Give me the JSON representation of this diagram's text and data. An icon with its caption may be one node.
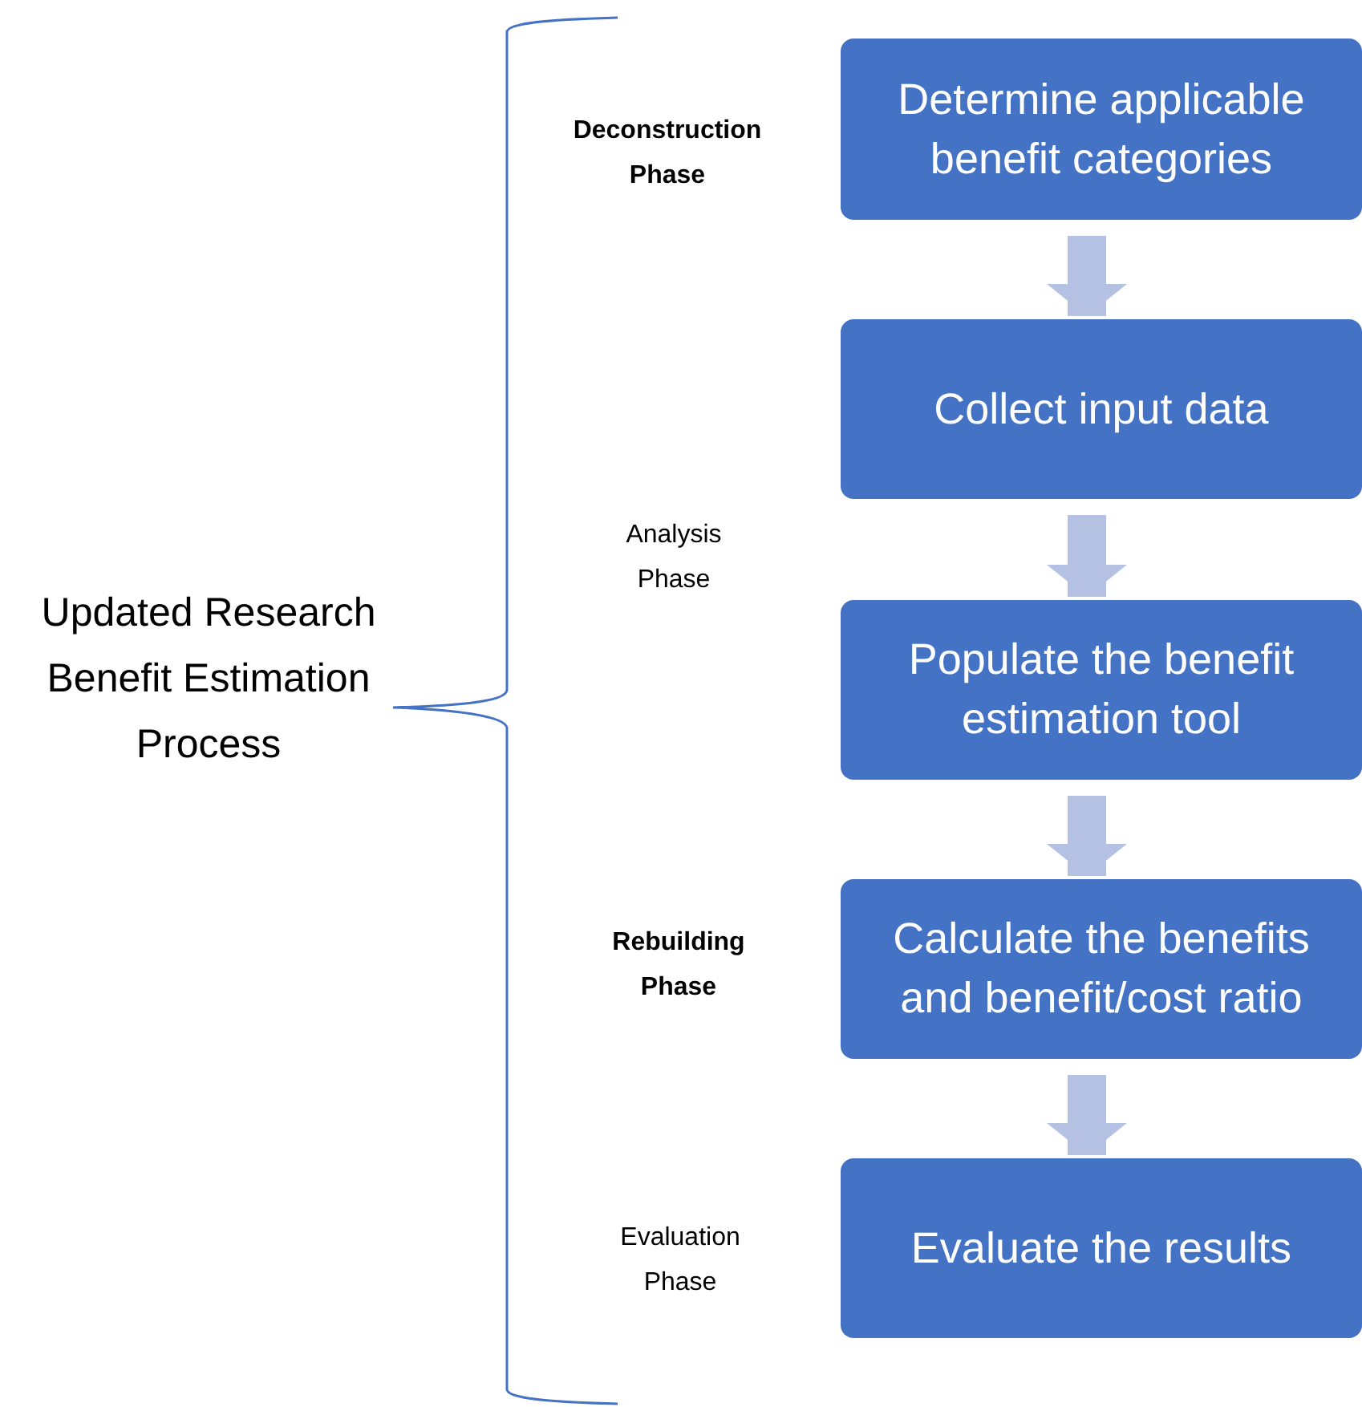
{
  "diagram": {
    "nodes": [
      {
        "text": [
          "Determine applicable benefit categories"
        ]
      },
      {
        "text": [
          "Collect input data"
        ]
      },
      {
        "text": [
          "Populate the benefit estimation tool"
        ]
      },
      {
        "text": [
          "Calculate the benefits and benefit/cost ratio"
        ]
      },
      {
        "text": [
          "Evaluate the results"
        ]
      }
    ],
    "edges": [
      {
        "from": 0,
        "to": 1,
        "arrow": "to"
      },
      {
        "from": 1,
        "to": 2,
        "arrow": "to"
      },
      {
        "from": 2,
        "to": 3,
        "arrow": "to"
      },
      {
        "from": 3,
        "to": 4,
        "arrow": "to"
      }
    ],
    "labels": [
      "Updated Research Benefit Estimation Process",
      "Deconstruction Phase",
      "Analysis Phase",
      "Rebuilding Phase",
      "Evaluation Phase"
    ]
  }
}
